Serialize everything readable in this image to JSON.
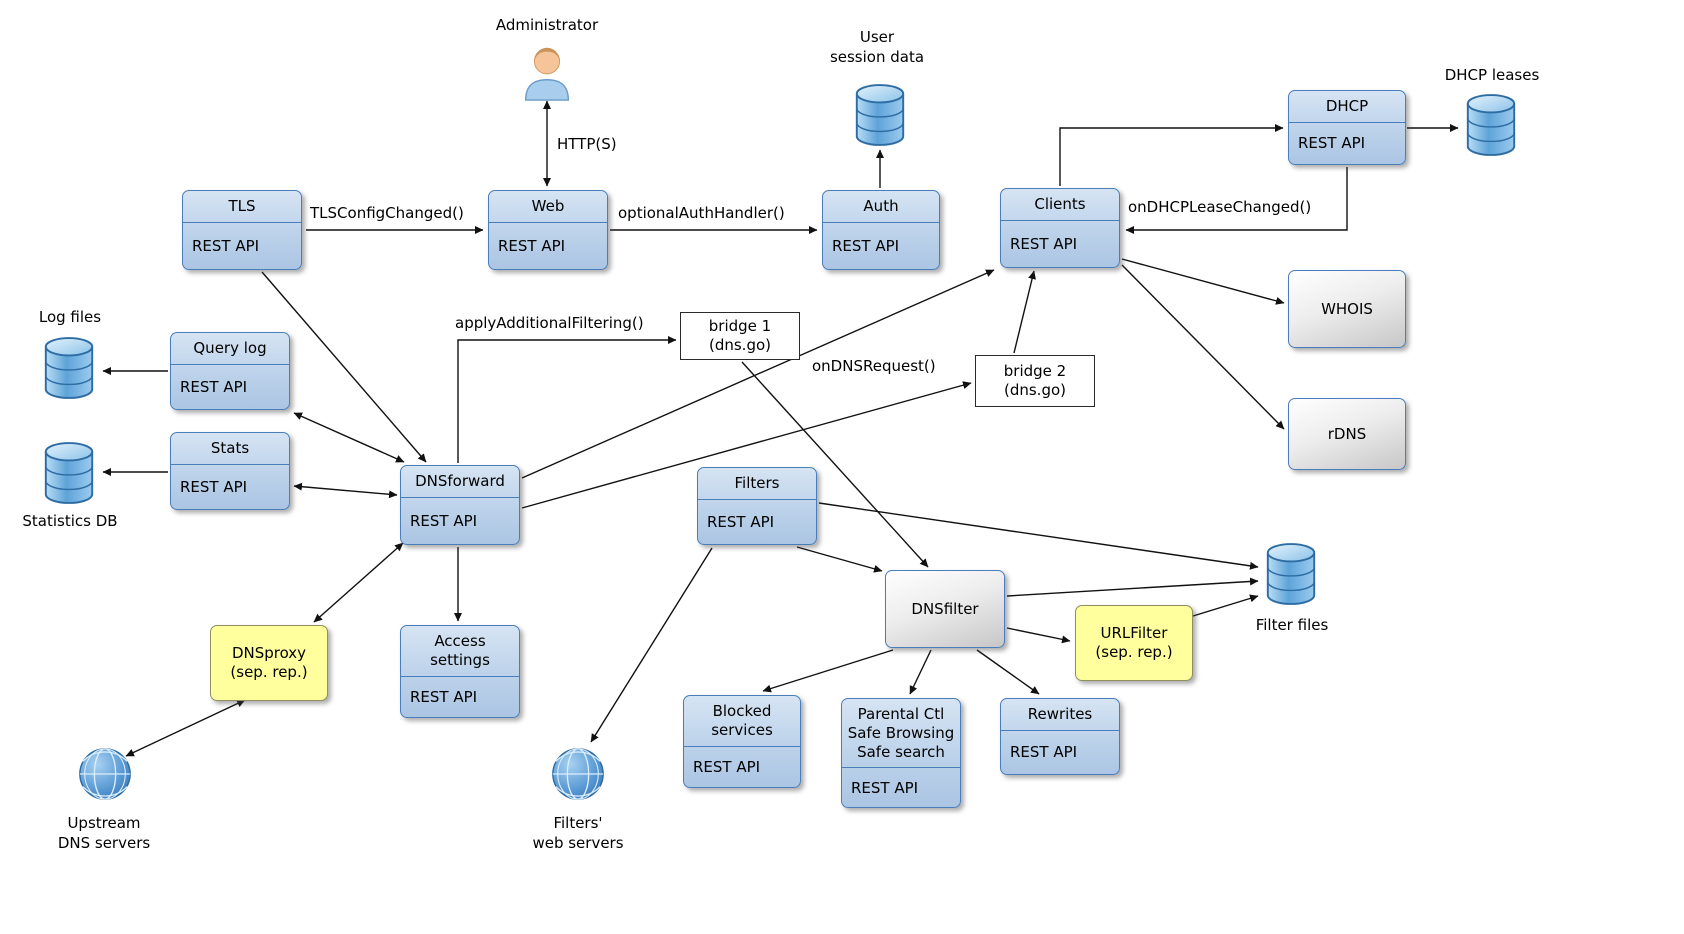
{
  "actor": {
    "label": "Administrator"
  },
  "modules": {
    "tls": {
      "title": "TLS",
      "api": "REST API"
    },
    "web": {
      "title": "Web",
      "api": "REST API"
    },
    "auth": {
      "title": "Auth",
      "api": "REST API"
    },
    "clients": {
      "title": "Clients",
      "api": "REST API"
    },
    "dhcp": {
      "title": "DHCP",
      "api": "REST API"
    },
    "query_log": {
      "title": "Query log",
      "api": "REST API"
    },
    "stats": {
      "title": "Stats",
      "api": "REST API"
    },
    "dnsforward": {
      "title": "DNSforward",
      "api": "REST API"
    },
    "filters": {
      "title": "Filters",
      "api": "REST API"
    },
    "access_settings": {
      "title_line1": "Access",
      "title_line2": "settings",
      "api": "REST API"
    },
    "blocked_services": {
      "title_line1": "Blocked",
      "title_line2": "services",
      "api": "REST API"
    },
    "parental": {
      "title_line1": "Parental Ctl",
      "title_line2": "Safe Browsing",
      "title_line3": "Safe search",
      "api": "REST API"
    },
    "rewrites": {
      "title": "Rewrites",
      "api": "REST API"
    }
  },
  "components": {
    "whois": {
      "label": "WHOIS"
    },
    "rdns": {
      "label": "rDNS"
    },
    "dnsfilter": {
      "label": "DNSfilter"
    }
  },
  "external_repos": {
    "dnsproxy": {
      "line1": "DNSproxy",
      "line2": "(sep. rep.)"
    },
    "urlfilter": {
      "line1": "URLFilter",
      "line2": "(sep. rep.)"
    }
  },
  "bridges": {
    "bridge1": {
      "line1": "bridge 1",
      "line2": "(dns.go)"
    },
    "bridge2": {
      "line1": "bridge 2",
      "line2": "(dns.go)"
    }
  },
  "datastores": {
    "user_session": {
      "line1": "User",
      "line2": "session data"
    },
    "dhcp_leases": {
      "label": "DHCP leases"
    },
    "log_files": {
      "label": "Log files"
    },
    "statistics_db": {
      "label": "Statistics DB"
    },
    "filter_files": {
      "label": "Filter files"
    }
  },
  "external_servers": {
    "upstream_dns": {
      "line1": "Upstream",
      "line2": "DNS servers"
    },
    "filters_web": {
      "line1": "Filters'",
      "line2": "web servers"
    }
  },
  "edge_labels": {
    "https": "HTTP(S)",
    "tls_config_changed": "TLSConfigChanged()",
    "optional_auth_handler": "optionalAuthHandler()",
    "on_dhcp_lease_changed": "onDHCPLeaseChanged()",
    "apply_additional_filtering": "applyAdditionalFiltering()",
    "on_dns_request": "onDNSRequest()"
  },
  "edges": [
    {
      "from": "Administrator",
      "to": "Web",
      "label": "HTTP(S)",
      "bidirectional": true
    },
    {
      "from": "TLS",
      "to": "Web",
      "label": "TLSConfigChanged()"
    },
    {
      "from": "Web",
      "to": "Auth",
      "label": "optionalAuthHandler()"
    },
    {
      "from": "Auth",
      "to": "User session data"
    },
    {
      "from": "Clients",
      "to": "DHCP"
    },
    {
      "from": "DHCP",
      "to": "DHCP leases"
    },
    {
      "from": "DHCP",
      "to": "Clients",
      "label": "onDHCPLeaseChanged()"
    },
    {
      "from": "TLS",
      "to": "DNSforward"
    },
    {
      "from": "Query log",
      "to": "Log files"
    },
    {
      "from": "DNSforward",
      "to": "Query log",
      "bidirectional": true
    },
    {
      "from": "Stats",
      "to": "Statistics DB"
    },
    {
      "from": "DNSforward",
      "to": "Stats",
      "bidirectional": true
    },
    {
      "from": "DNSforward",
      "to": "Access settings"
    },
    {
      "from": "DNSforward",
      "to": "DNSproxy (sep. rep.)",
      "bidirectional": true
    },
    {
      "from": "DNSproxy (sep. rep.)",
      "to": "Upstream DNS servers",
      "bidirectional": true
    },
    {
      "from": "DNSforward",
      "to": "bridge 1 (dns.go)",
      "label": "applyAdditionalFiltering()"
    },
    {
      "from": "bridge 1 (dns.go)",
      "to": "DNSfilter"
    },
    {
      "from": "DNSforward",
      "to": "bridge 2 (dns.go)",
      "label": "onDNSRequest()"
    },
    {
      "from": "bridge 2 (dns.go)",
      "to": "Clients"
    },
    {
      "from": "DNSforward",
      "to": "Clients"
    },
    {
      "from": "Clients",
      "to": "WHOIS"
    },
    {
      "from": "Clients",
      "to": "rDNS"
    },
    {
      "from": "Filters",
      "to": "DNSfilter"
    },
    {
      "from": "Filters",
      "to": "Filter files"
    },
    {
      "from": "Filters",
      "to": "Filters' web servers"
    },
    {
      "from": "DNSfilter",
      "to": "Filter files"
    },
    {
      "from": "DNSfilter",
      "to": "URLFilter (sep. rep.)"
    },
    {
      "from": "URLFilter (sep. rep.)",
      "to": "Filter files"
    },
    {
      "from": "DNSfilter",
      "to": "Blocked services"
    },
    {
      "from": "DNSfilter",
      "to": "Parental Ctl / Safe Browsing / Safe search"
    },
    {
      "from": "DNSfilter",
      "to": "Rewrites"
    }
  ],
  "colors": {
    "module_border": "#4a7ebb",
    "module_fill": "#bcd2ea",
    "yellow_fill": "#ffff9e",
    "db_blue": "#5ea3d8",
    "arrow": "#000000"
  }
}
